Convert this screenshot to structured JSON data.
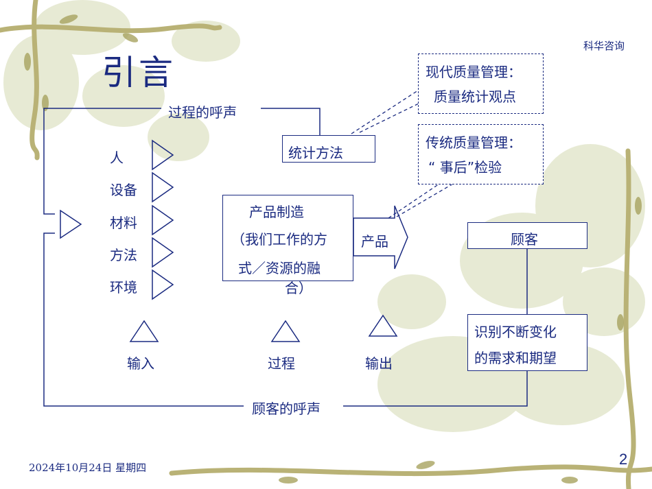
{
  "slide": {
    "title": "引言",
    "brand": "科华咨询",
    "date": "2024年10月24日  星期四",
    "page_number": "2"
  },
  "diagram": {
    "voice_of_process": "过程的呼声",
    "voice_of_customer": "顾客的呼声",
    "statistical_methods": "统计方法",
    "modern_qm": {
      "line1": "现代质量管理：",
      "line2": "质量统计观点"
    },
    "traditional_qm": {
      "line1": "传统质量管理：",
      "line2": "“ 事后”检验"
    },
    "inputs": [
      "人",
      "设备",
      "材料",
      "方法",
      "环境"
    ],
    "process_box": {
      "line1": "产品制造",
      "line2": "（我们工作的方",
      "line3": "式／资源的融",
      "line4": "合）"
    },
    "product": "产品",
    "customer": "顾客",
    "needs": {
      "line1": "识别不断变化",
      "line2": "的需求和期望"
    },
    "stage_labels": {
      "input": "输入",
      "process": "过程",
      "output": "输出"
    }
  },
  "colors": {
    "primary": "#1a2a80",
    "background_pattern": "#c8cfa6",
    "vine": "#b9b276"
  }
}
